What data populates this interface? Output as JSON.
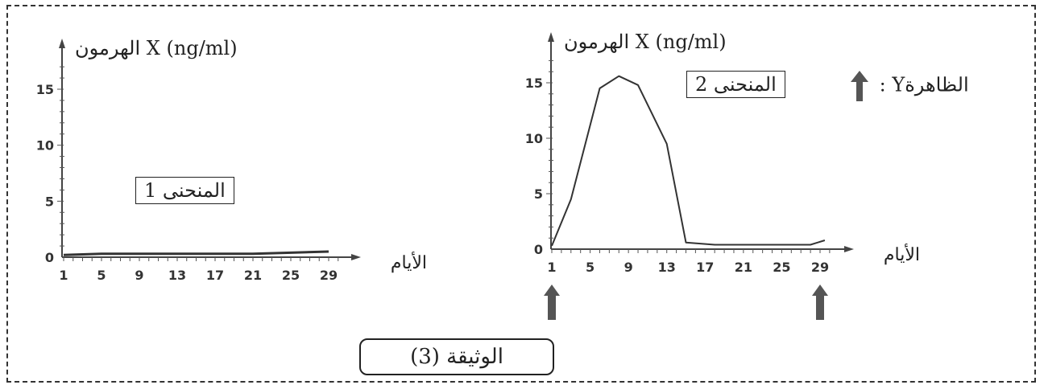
{
  "document_label": "الوثيقة (3)",
  "legend_phenomenon": "الظاهرةY :",
  "chart_data": [
    {
      "type": "line",
      "ylabel": "الهرمون X (ng/ml)",
      "xlabel": "الأيام",
      "box_label": "المنحنى 1",
      "yticks": [
        0,
        5,
        10,
        15
      ],
      "xticks": [
        1,
        5,
        9,
        13,
        17,
        21,
        25,
        29
      ],
      "ylim": [
        0,
        18
      ],
      "xlim": [
        0,
        32
      ],
      "series": [
        {
          "x": [
            1,
            5,
            9,
            13,
            17,
            21,
            25,
            29
          ],
          "y": [
            0.2,
            0.3,
            0.3,
            0.3,
            0.3,
            0.3,
            0.4,
            0.5
          ]
        }
      ],
      "arrows_at_days": []
    },
    {
      "type": "line",
      "ylabel": "الهرمون X (ng/ml)",
      "xlabel": "الأيام",
      "box_label": "المنحنى 2",
      "yticks": [
        0,
        5,
        10,
        15
      ],
      "xticks": [
        1,
        5,
        9,
        13,
        17,
        21,
        25,
        29
      ],
      "ylim": [
        0,
        18
      ],
      "xlim": [
        0,
        32
      ],
      "series": [
        {
          "x": [
            1,
            3,
            6,
            8,
            10,
            13,
            15,
            18,
            21,
            24,
            28,
            29.5
          ],
          "y": [
            0.3,
            4.5,
            14.5,
            15.6,
            14.8,
            9.5,
            0.6,
            0.4,
            0.4,
            0.4,
            0.4,
            0.8
          ]
        }
      ],
      "arrows_at_days": [
        1,
        29
      ]
    }
  ]
}
